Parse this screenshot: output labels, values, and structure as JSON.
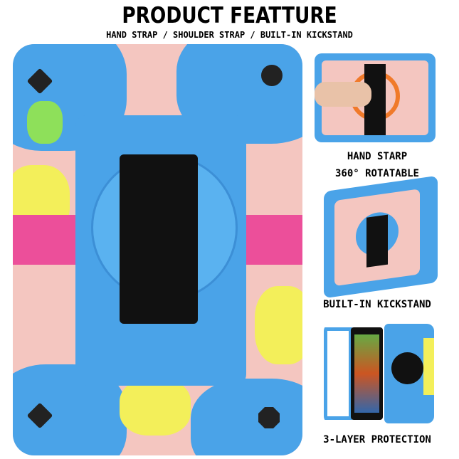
{
  "header": {
    "title": "PRODUCT FEATTURE",
    "subtitle": "HAND STRAP / SHOULDER STRAP / BUILT-IN KICKSTAND"
  },
  "features": [
    {
      "line1": "HAND STARP",
      "line2": "360°  ROTATABLE"
    },
    {
      "line1": "BUILT-IN KICKSTAND"
    },
    {
      "line1": "3-LAYER PROTECTION"
    }
  ],
  "colors": {
    "blue": "#4aa3e8",
    "pink": "#f4c6c0",
    "magenta": "#ec4f9a",
    "yellow": "#f3ef5a",
    "green": "#8ee05a",
    "black": "#111111"
  }
}
